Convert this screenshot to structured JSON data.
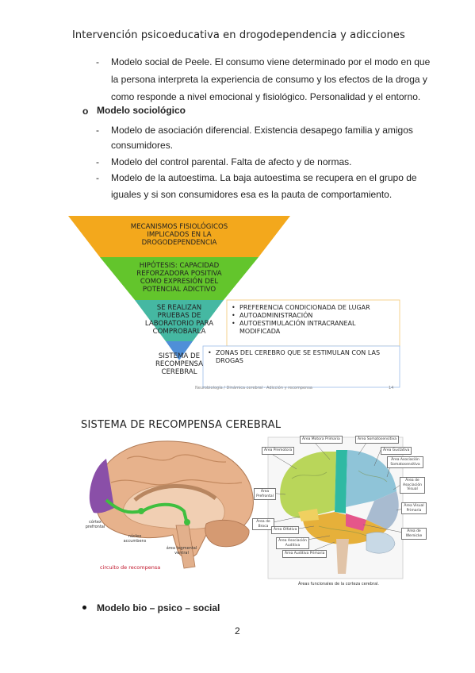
{
  "header": "Intervención psicoeducativa en drogodependencia y adicciones",
  "intro_items": [
    {
      "dash": "-",
      "lines": [
        "Modelo social de Peele. El consumo viene determinado por el modo en que",
        "la persona interpreta la experiencia de consumo y los efectos de la droga y",
        "como responde a nivel emocional y fisiológico. Personalidad y el entorno."
      ]
    }
  ],
  "section": {
    "marker": "o",
    "title": "Modelo sociológico"
  },
  "section_items": [
    {
      "dash": "-",
      "lines": [
        "Modelo de asociación diferencial. Existencia desapego familia y amigos",
        "consumidores."
      ]
    },
    {
      "dash": "-",
      "lines": [
        "Modelo del control parental. Falta de afecto y de normas."
      ]
    },
    {
      "dash": "-",
      "lines": [
        "Modelo de la autoestima. La baja autoestima se recupera en el grupo de",
        "iguales y si son consumidores esa es la pauta de comportamiento."
      ]
    }
  ],
  "pyramid": {
    "levels": [
      {
        "lines": [
          "MECANISMOS FISIOLÓGICOS",
          "IMPLICADOS EN LA",
          "DROGODEPENDENCIA"
        ],
        "color": "#f3a81c"
      },
      {
        "lines": [
          "HIPÓTESIS: CAPACIDAD",
          "REFORZADORA POSITIVA",
          "COMO EXPRESIÓN DEL",
          "POTENCIAL ADICTIVO"
        ],
        "color": "#63c52c"
      },
      {
        "lines": [
          "SE REALIZAN",
          "PRUEBAS DE",
          "LABORATORIO PARA",
          "COMPROBARLA"
        ],
        "color": "#45b8a2"
      },
      {
        "lines": [
          "SISTEMA DE",
          "RECOMPENSA",
          "CEREBRAL"
        ],
        "color": "#4f8fd8"
      }
    ],
    "lab_items": [
      "PREFERENCIA CONDICIONADA DE LUGAR",
      "AUTOADMINISTRACIÓN",
      "AUTOESTIMULACIÓN INTRACRANEAL MODIFICADA"
    ],
    "reward_items": [
      "ZONAS DEL CEREBRO QUE SE ESTIMULAN CON LAS DROGAS"
    ],
    "source": "Neurobiología / Dinámica cerebral · Adicción y recompensa",
    "source_page": "14"
  },
  "brain_title": "SISTEMA DE RECOMPENSA CEREBRAL",
  "left_brain": {
    "labels": [
      "córtex prefrontal",
      "núcleo accumbens",
      "área tegmental ventral"
    ],
    "caption": "circuito de recompensa"
  },
  "right_brain": {
    "labels": [
      "Área Motora Primaria",
      "Área Somatosensitiva",
      "Área Premotora",
      "Área Gustativa",
      "Área Asociación Somatosensitiva",
      "Área de Asociación Visual",
      "Área Prefrontal",
      "Área Visual Primaria",
      "Área de Broca",
      "Área Olfativa",
      "Área de Wernicke",
      "Área Asociación Auditiva",
      "Área Auditiva Primaria"
    ],
    "caption": "Áreas funcionales de la corteza cerebral."
  },
  "closing_bullet": {
    "title": "Modelo bio – psico – social"
  },
  "page_number": "2",
  "colors": {
    "orange": "#f3a81c",
    "green": "#63c52c",
    "teal": "#45b8a2",
    "blue": "#4f8fd8",
    "circuit_red": "#c0142a"
  }
}
